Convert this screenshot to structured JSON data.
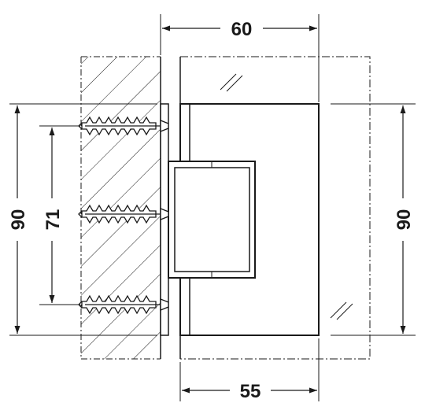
{
  "dimensions": {
    "top_width": "60",
    "bottom_width": "55",
    "left_outer_height": "90",
    "left_inner_height": "71",
    "right_height": "90"
  }
}
